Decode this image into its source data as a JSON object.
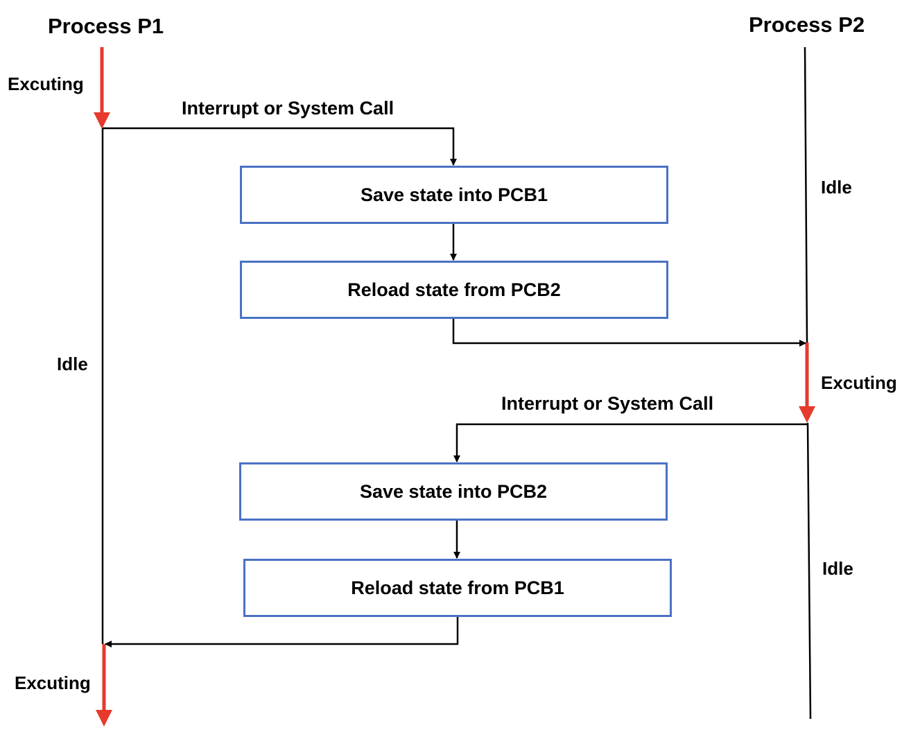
{
  "processes": {
    "p1": {
      "title": "Process P1"
    },
    "p2": {
      "title": "Process P2"
    }
  },
  "states": {
    "p1_executing_top": "Excuting",
    "p1_idle": "Idle",
    "p1_executing_bottom": "Excuting",
    "p2_idle_top": "Idle",
    "p2_executing": "Excuting",
    "p2_idle_bottom": "Idle"
  },
  "events": {
    "first_switch": "Interrupt or System Call",
    "second_switch": "Interrupt or System Call"
  },
  "steps": {
    "save_pcb1": "Save state into PCB1",
    "reload_pcb2": "Reload state from PCB2",
    "save_pcb2": "Save state into PCB2",
    "reload_pcb1": "Reload state from PCB1"
  },
  "colors": {
    "executing_arrow": "#e53a2c",
    "box_border": "#4a71c4",
    "connector": "#000000"
  }
}
